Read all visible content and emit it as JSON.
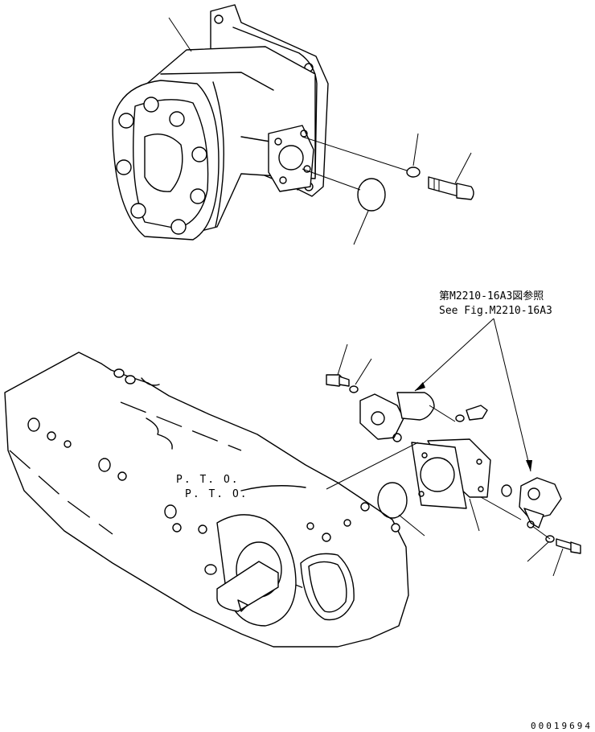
{
  "reference_note": {
    "japanese": "第M2210-16A3図参照",
    "english": "See Fig.M2210-16A3"
  },
  "housing_label": {
    "line1": "P. T. O.",
    "line2": "P. T. O."
  },
  "drawing_code": "00019694"
}
